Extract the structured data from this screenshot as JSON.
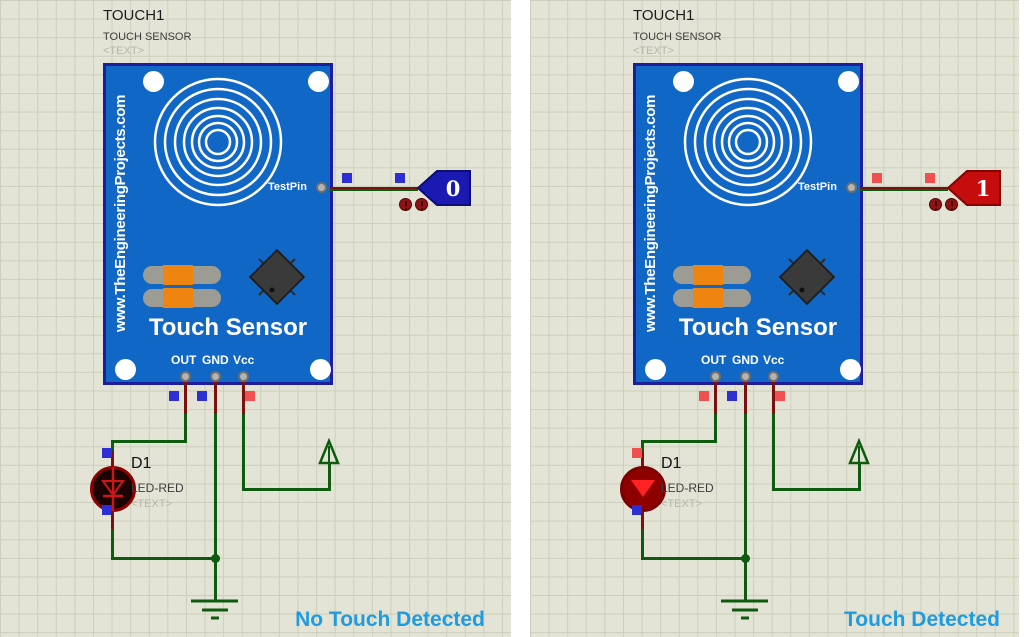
{
  "canvas": {
    "background": "#e4e4d6",
    "grid_line": "#cecebd",
    "divider_color": "#ffffff",
    "wire_color": "#0e5a0e",
    "pin_stub_color": "#7a1010"
  },
  "colors": {
    "module_fill": "#1167c6",
    "module_border": "#1d1d9e",
    "logic_low": "#2e2ed6",
    "logic_high": "#f25050"
  },
  "panels": [
    {
      "component": {
        "ref": "TOUCH1",
        "type": "TOUCH SENSOR",
        "placeholder": "<TEXT>"
      },
      "module": {
        "brand": "www.TheEngineeringProjects.com",
        "testpin_label": "TestPin",
        "title": "Touch Sensor",
        "pin_out": "OUT",
        "pin_gnd": "GND",
        "pin_vcc": "Vcc"
      },
      "probe": {
        "value": "0",
        "fill": "#1a1ab2",
        "border": "#0d0d73"
      },
      "states": {
        "testpin_sq1": "#2e2ed6",
        "testpin_sq2": "#2e2ed6",
        "out_sq": "#2e2ed6",
        "gnd_sq": "#2e2ed6",
        "vcc_sq": "#f25050",
        "led_top_sq": "#2e2ed6",
        "led_bottom_sq": "#2e2ed6"
      },
      "led": {
        "ref": "D1",
        "type": "LED-RED",
        "placeholder": "<TEXT>",
        "body": "#1d0404",
        "ring": "#8c0000",
        "glyph": "#cf1616"
      },
      "status": {
        "label": "No Touch Detected",
        "color": "#1f9ce0"
      }
    },
    {
      "component": {
        "ref": "TOUCH1",
        "type": "TOUCH SENSOR",
        "placeholder": "<TEXT>"
      },
      "module": {
        "brand": "www.TheEngineeringProjects.com",
        "testpin_label": "TestPin",
        "title": "Touch Sensor",
        "pin_out": "OUT",
        "pin_gnd": "GND",
        "pin_vcc": "Vcc"
      },
      "probe": {
        "value": "1",
        "fill": "#c60d0d",
        "border": "#840404"
      },
      "states": {
        "testpin_sq1": "#f25050",
        "testpin_sq2": "#f25050",
        "out_sq": "#f25050",
        "gnd_sq": "#2e2ed6",
        "vcc_sq": "#f25050",
        "led_top_sq": "#f25050",
        "led_bottom_sq": "#2e2ed6"
      },
      "led": {
        "ref": "D1",
        "type": "LED-RED",
        "placeholder": "<TEXT>",
        "body": "#8e0000",
        "ring": "#7a0000",
        "glyph": "#ff2222"
      },
      "status": {
        "label": "Touch Detected",
        "color": "#1f9ce0"
      }
    }
  ]
}
